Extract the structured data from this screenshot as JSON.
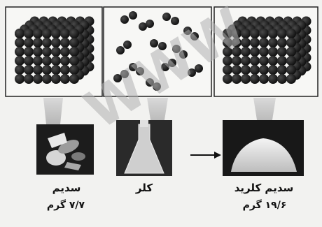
{
  "figure": {
    "title": "",
    "watermark": "WWW",
    "panels": [
      {
        "id": "sodium",
        "name": "سدیم",
        "mass": "۷/۷ گرم"
      },
      {
        "id": "chlorine",
        "name": "کلر",
        "mass": ""
      },
      {
        "id": "sodium-chloride",
        "name": "سدیم کلرید",
        "mass": "۱۹/۶ گرم"
      }
    ],
    "arrow": "→",
    "colors": {
      "background": "#f2f2f0",
      "atom": "#1a1a1a",
      "photo_dark": "#1c1c1c",
      "cone": "#c8c8c8",
      "watermark": "#b0b0b0"
    }
  }
}
